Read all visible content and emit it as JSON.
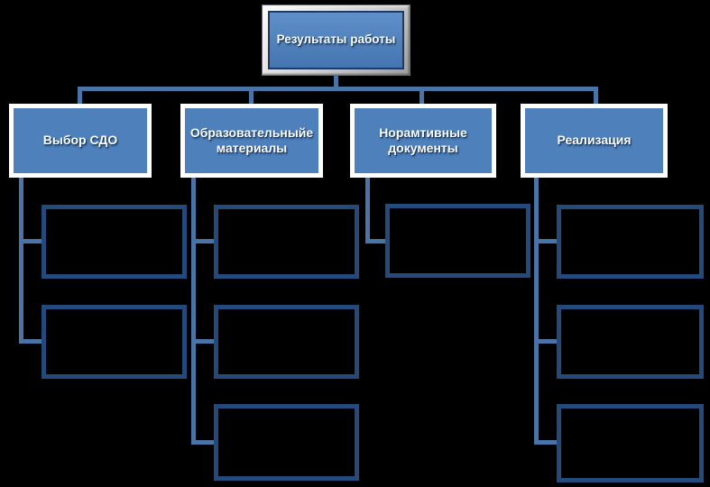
{
  "background": "#000000",
  "colors": {
    "node_fill": "#4E80BC",
    "node_border_white": "#FFFFFF",
    "empty_border": "#24497B",
    "connector": "#4A74A6",
    "root_inner_border": "#1F3864",
    "text_color": "#FFFFFF",
    "text_shadow": "#17375E"
  },
  "diagram": {
    "type": "org-chart",
    "root": {
      "label": "Результаты работы"
    },
    "branches": [
      {
        "label": "Выбор СДО",
        "empty_children": 2
      },
      {
        "label": "Образовательныйе материалы",
        "empty_children": 3
      },
      {
        "label": "Норамтивные документы",
        "empty_children": 1
      },
      {
        "label": "Реализация",
        "empty_children": 3
      }
    ]
  }
}
